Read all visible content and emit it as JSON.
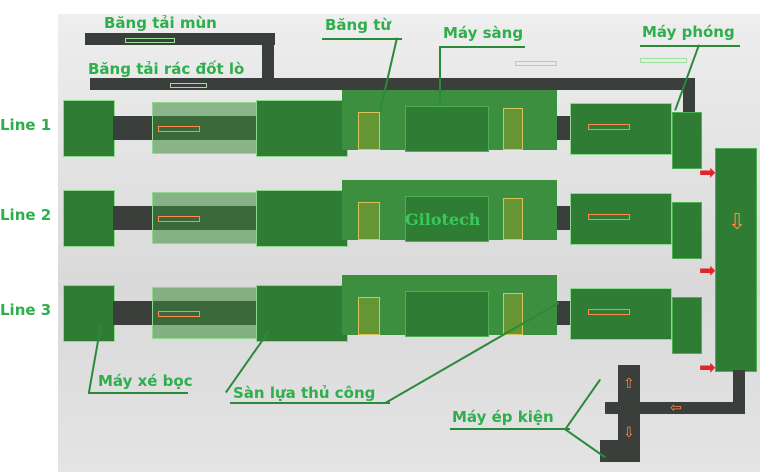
{
  "labels": {
    "bang_tai_mun": "Băng tải mùn",
    "bang_tai_rac_dot_lo": "Băng tải rác đốt lò",
    "bang_tu": "Băng từ",
    "may_sang": "Máy sàng",
    "may_phong": "Máy phóng",
    "may_xe_boc": "Máy xé bọc",
    "san_lua_thu_cong": "Sàn lựa thủ công",
    "may_ep_kien": "Máy ép kiện",
    "watermark": "Gilotech"
  },
  "lines": [
    {
      "label": "Line 1"
    },
    {
      "label": "Line 2"
    },
    {
      "label": "Line 3"
    }
  ],
  "colors": {
    "label": "#2fae4c",
    "machine": "#2f7d34",
    "conveyor": "#3b3f3c",
    "arrow": "#ff8a4c"
  }
}
